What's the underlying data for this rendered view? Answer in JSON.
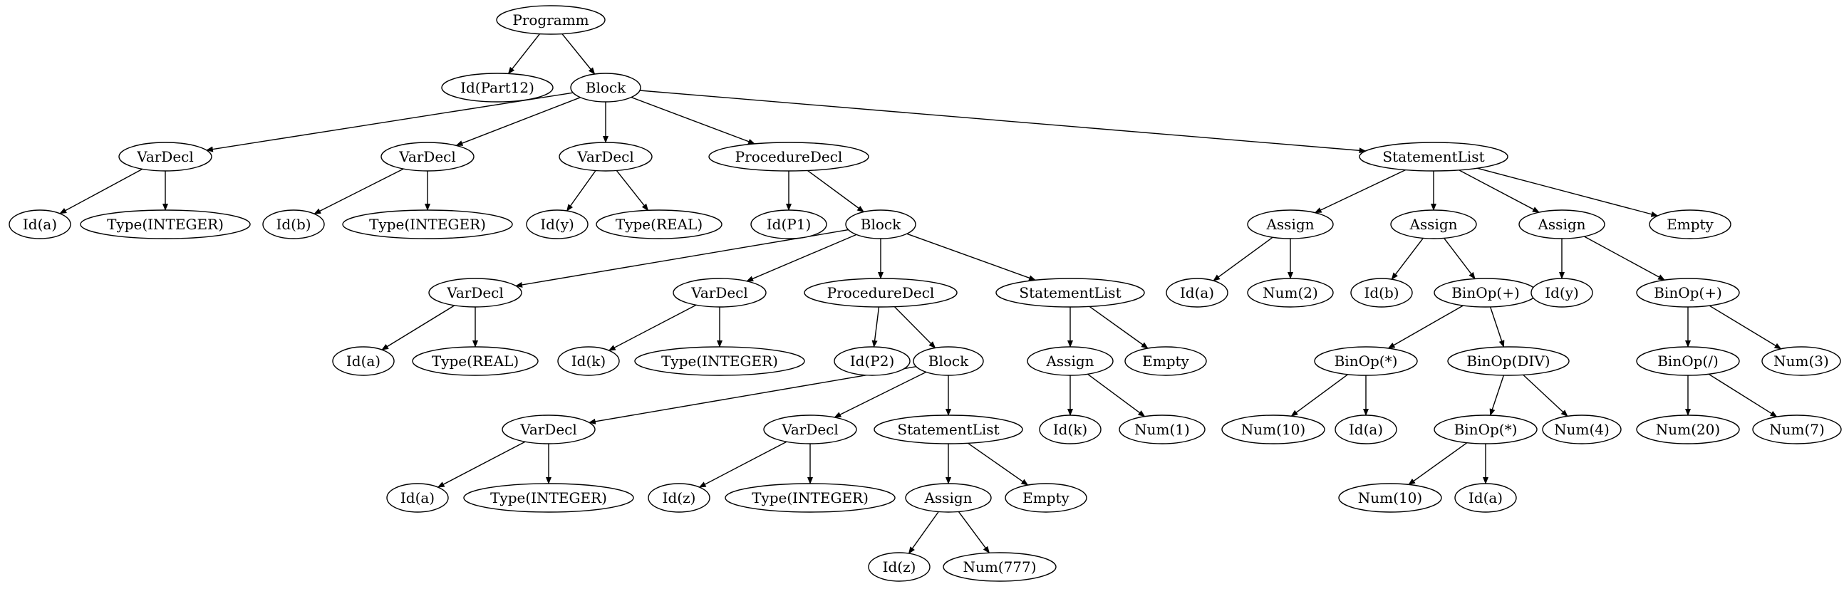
{
  "nodes": [
    {
      "id": "n0",
      "label": "Programm"
    },
    {
      "id": "n1",
      "label": "Id(Part12)"
    },
    {
      "id": "n2",
      "label": "Block"
    },
    {
      "id": "n3",
      "label": "VarDecl"
    },
    {
      "id": "n4",
      "label": "VarDecl"
    },
    {
      "id": "n5",
      "label": "VarDecl"
    },
    {
      "id": "n6",
      "label": "ProcedureDecl"
    },
    {
      "id": "n7",
      "label": "StatementList"
    },
    {
      "id": "n8",
      "label": "Id(a)"
    },
    {
      "id": "n9",
      "label": "Type(INTEGER)"
    },
    {
      "id": "n10",
      "label": "Id(b)"
    },
    {
      "id": "n11",
      "label": "Type(INTEGER)"
    },
    {
      "id": "n12",
      "label": "Id(y)"
    },
    {
      "id": "n13",
      "label": "Type(REAL)"
    },
    {
      "id": "n14",
      "label": "Id(P1)"
    },
    {
      "id": "n15",
      "label": "Block"
    },
    {
      "id": "n16",
      "label": "Assign"
    },
    {
      "id": "n17",
      "label": "Assign"
    },
    {
      "id": "n18",
      "label": "Assign"
    },
    {
      "id": "n19",
      "label": "Empty"
    },
    {
      "id": "n20",
      "label": "VarDecl"
    },
    {
      "id": "n21",
      "label": "VarDecl"
    },
    {
      "id": "n22",
      "label": "ProcedureDecl"
    },
    {
      "id": "n23",
      "label": "StatementList"
    },
    {
      "id": "n24",
      "label": "Id(a)"
    },
    {
      "id": "n25",
      "label": "Num(2)"
    },
    {
      "id": "n26",
      "label": "Id(b)"
    },
    {
      "id": "n27",
      "label": "BinOp(+)"
    },
    {
      "id": "n28",
      "label": "Id(y)"
    },
    {
      "id": "n29",
      "label": "BinOp(+)"
    },
    {
      "id": "n30",
      "label": "Id(a)"
    },
    {
      "id": "n31",
      "label": "Type(REAL)"
    },
    {
      "id": "n32",
      "label": "Id(k)"
    },
    {
      "id": "n33",
      "label": "Type(INTEGER)"
    },
    {
      "id": "n34",
      "label": "Id(P2)"
    },
    {
      "id": "n35",
      "label": "Block"
    },
    {
      "id": "n36",
      "label": "Assign"
    },
    {
      "id": "n37",
      "label": "Empty"
    },
    {
      "id": "n38",
      "label": "BinOp(*)"
    },
    {
      "id": "n39",
      "label": "BinOp(DIV)"
    },
    {
      "id": "n40",
      "label": "BinOp(/)"
    },
    {
      "id": "n41",
      "label": "Num(3)"
    },
    {
      "id": "n42",
      "label": "VarDecl"
    },
    {
      "id": "n43",
      "label": "VarDecl"
    },
    {
      "id": "n44",
      "label": "StatementList"
    },
    {
      "id": "n45",
      "label": "Id(k)"
    },
    {
      "id": "n46",
      "label": "Num(1)"
    },
    {
      "id": "n47",
      "label": "Num(10)"
    },
    {
      "id": "n48",
      "label": "Id(a)"
    },
    {
      "id": "n49",
      "label": "BinOp(*)"
    },
    {
      "id": "n50",
      "label": "Num(4)"
    },
    {
      "id": "n51",
      "label": "Num(20)"
    },
    {
      "id": "n52",
      "label": "Num(7)"
    },
    {
      "id": "n53",
      "label": "Id(a)"
    },
    {
      "id": "n54",
      "label": "Type(INTEGER)"
    },
    {
      "id": "n55",
      "label": "Id(z)"
    },
    {
      "id": "n56",
      "label": "Type(INTEGER)"
    },
    {
      "id": "n57",
      "label": "Assign"
    },
    {
      "id": "n58",
      "label": "Empty"
    },
    {
      "id": "n59",
      "label": "Num(10)"
    },
    {
      "id": "n60",
      "label": "Id(a)"
    },
    {
      "id": "n61",
      "label": "Id(z)"
    },
    {
      "id": "n62",
      "label": "Num(777)"
    }
  ],
  "edges": [
    [
      "n0",
      "n1"
    ],
    [
      "n0",
      "n2"
    ],
    [
      "n2",
      "n3"
    ],
    [
      "n2",
      "n4"
    ],
    [
      "n2",
      "n5"
    ],
    [
      "n2",
      "n6"
    ],
    [
      "n2",
      "n7"
    ],
    [
      "n3",
      "n8"
    ],
    [
      "n3",
      "n9"
    ],
    [
      "n4",
      "n10"
    ],
    [
      "n4",
      "n11"
    ],
    [
      "n5",
      "n12"
    ],
    [
      "n5",
      "n13"
    ],
    [
      "n6",
      "n14"
    ],
    [
      "n6",
      "n15"
    ],
    [
      "n7",
      "n16"
    ],
    [
      "n7",
      "n17"
    ],
    [
      "n7",
      "n18"
    ],
    [
      "n7",
      "n19"
    ],
    [
      "n15",
      "n20"
    ],
    [
      "n15",
      "n21"
    ],
    [
      "n15",
      "n22"
    ],
    [
      "n15",
      "n23"
    ],
    [
      "n16",
      "n24"
    ],
    [
      "n16",
      "n25"
    ],
    [
      "n17",
      "n26"
    ],
    [
      "n17",
      "n27"
    ],
    [
      "n18",
      "n28"
    ],
    [
      "n18",
      "n29"
    ],
    [
      "n20",
      "n30"
    ],
    [
      "n20",
      "n31"
    ],
    [
      "n21",
      "n32"
    ],
    [
      "n21",
      "n33"
    ],
    [
      "n22",
      "n34"
    ],
    [
      "n22",
      "n35"
    ],
    [
      "n23",
      "n36"
    ],
    [
      "n23",
      "n37"
    ],
    [
      "n27",
      "n38"
    ],
    [
      "n27",
      "n39"
    ],
    [
      "n29",
      "n40"
    ],
    [
      "n29",
      "n41"
    ],
    [
      "n35",
      "n42"
    ],
    [
      "n35",
      "n43"
    ],
    [
      "n35",
      "n44"
    ],
    [
      "n36",
      "n45"
    ],
    [
      "n36",
      "n46"
    ],
    [
      "n38",
      "n47"
    ],
    [
      "n38",
      "n48"
    ],
    [
      "n39",
      "n49"
    ],
    [
      "n39",
      "n50"
    ],
    [
      "n40",
      "n51"
    ],
    [
      "n40",
      "n52"
    ],
    [
      "n42",
      "n53"
    ],
    [
      "n42",
      "n54"
    ],
    [
      "n43",
      "n55"
    ],
    [
      "n43",
      "n56"
    ],
    [
      "n44",
      "n57"
    ],
    [
      "n44",
      "n58"
    ],
    [
      "n49",
      "n59"
    ],
    [
      "n49",
      "n60"
    ],
    [
      "n57",
      "n61"
    ],
    [
      "n57",
      "n62"
    ]
  ]
}
